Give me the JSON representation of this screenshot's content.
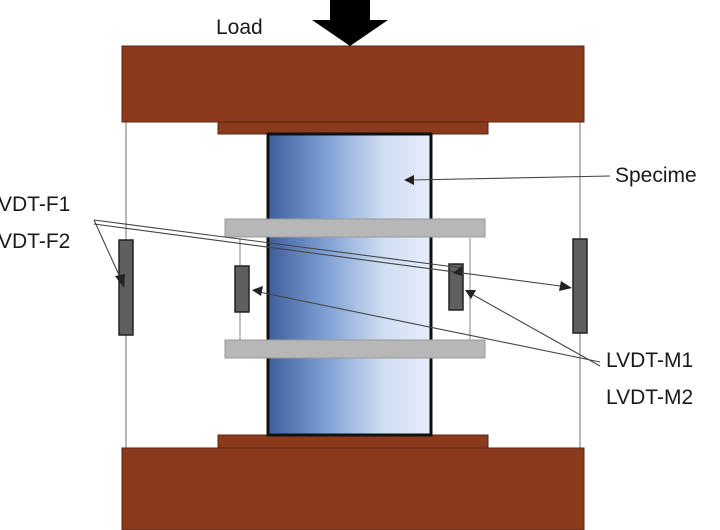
{
  "labels": {
    "load": "Load",
    "specimen": "Specime",
    "lvdt_f1": "VDT-F1",
    "lvdt_f2": "VDT-F2",
    "lvdt_m1": "LVDT-M1",
    "lvdt_m2": "LVDT-M2"
  },
  "colors": {
    "platen": "#8b3a1e",
    "platen_edge": "#5e2410",
    "specimen_light": "#dfe9f8",
    "specimen_dark": "#3e5e9c",
    "ring": "#b7b7b7",
    "lvdt": "#5f5f5f",
    "line": "#444444"
  }
}
